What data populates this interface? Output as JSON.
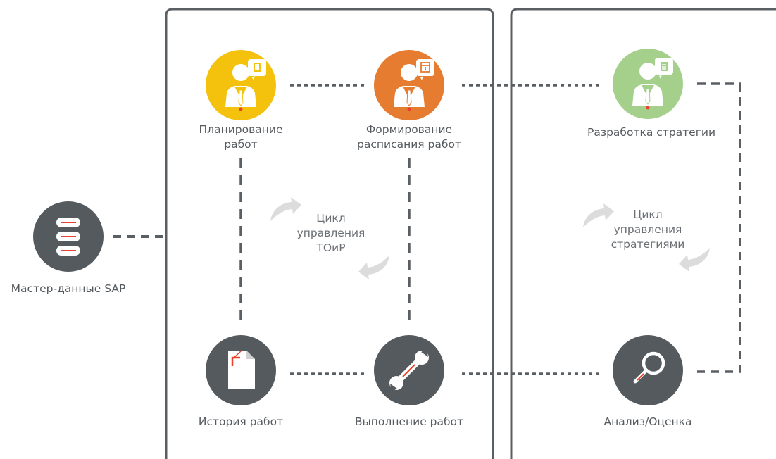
{
  "nodes": {
    "master_data": {
      "label": "Мастер-данные SAP",
      "icon": "database-icon",
      "color": "#555a5f"
    },
    "planning": {
      "line1": "Планирование",
      "line2": "работ",
      "icon": "person-document-icon",
      "color": "#f4c20d"
    },
    "scheduling": {
      "line1": "Формирование",
      "line2": "расписания работ",
      "icon": "person-calendar-icon",
      "color": "#e57c2f"
    },
    "strategy": {
      "label": "Разработка стратегии",
      "icon": "person-clipboard-icon",
      "color": "#a5d08b"
    },
    "history": {
      "label": "История работ",
      "icon": "document-icon",
      "color": "#555a5f"
    },
    "execution": {
      "label": "Выполнение работ",
      "icon": "wrench-icon",
      "color": "#555a5f"
    },
    "analysis": {
      "label": "Анализ/Оценка",
      "icon": "magnifier-icon",
      "color": "#555a5f"
    }
  },
  "cycles": {
    "maintenance": {
      "line1": "Цикл",
      "line2": "управления",
      "line3": "ТОиР"
    },
    "strategy": {
      "line1": "Цикл",
      "line2": "управления",
      "line3": "стратегиями"
    }
  },
  "colors": {
    "accent_red": "#e8412c",
    "frame": "#5a5f64",
    "arrow": "#dcdcdc"
  }
}
